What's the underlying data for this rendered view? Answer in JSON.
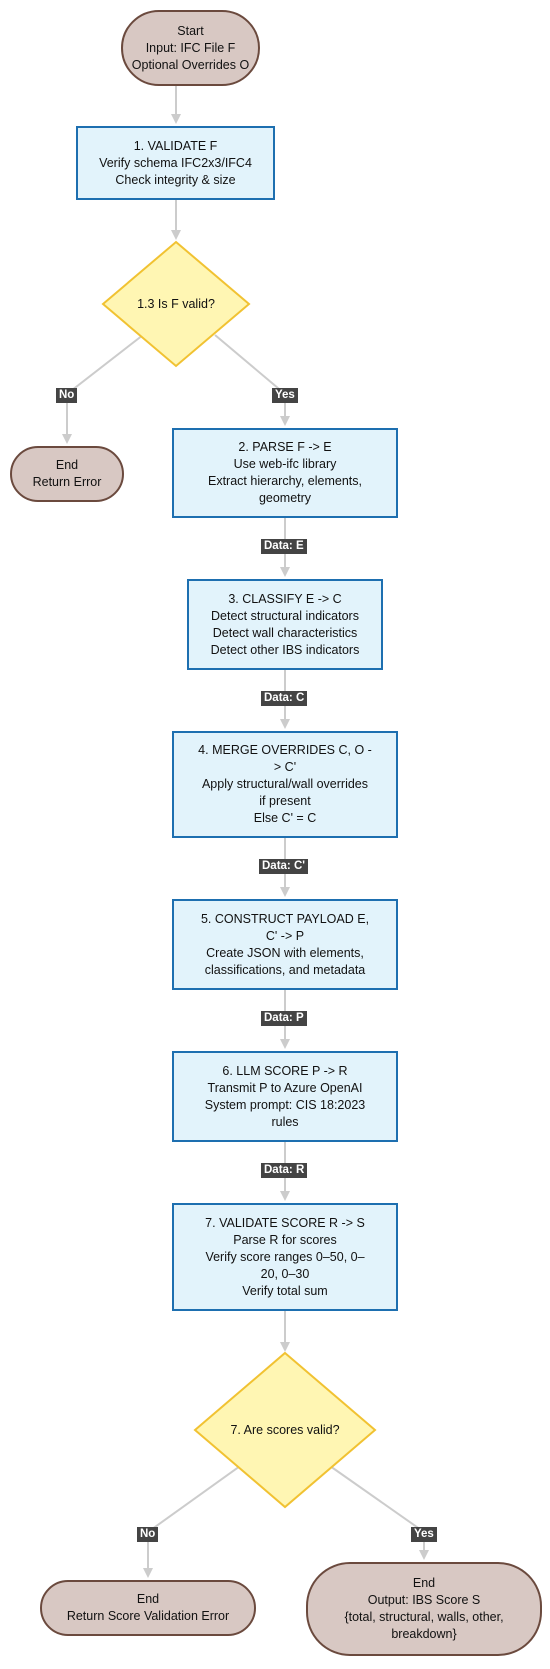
{
  "nodes": {
    "start": {
      "lines": [
        "Start",
        "Input: IFC File F",
        "Optional Overrides O"
      ]
    },
    "validate": {
      "lines": [
        "1. VALIDATE F",
        "Verify schema IFC2x3/IFC4",
        "Check integrity & size"
      ]
    },
    "decision1": {
      "text": "1.3 Is F valid?"
    },
    "end_error": {
      "lines": [
        "End",
        "Return Error"
      ]
    },
    "parse": {
      "lines": [
        "2. PARSE F -> E",
        "Use web-ifc library",
        "Extract hierarchy, elements,",
        "geometry"
      ]
    },
    "classify": {
      "lines": [
        "3. CLASSIFY E -> C",
        "Detect structural indicators",
        "Detect wall characteristics",
        "Detect other IBS indicators"
      ]
    },
    "merge": {
      "lines": [
        "4. MERGE OVERRIDES C, O -",
        "> C'",
        "Apply structural/wall overrides",
        "if present",
        "Else C' = C"
      ]
    },
    "construct": {
      "lines": [
        "5. CONSTRUCT PAYLOAD E,",
        "C' -> P",
        "Create JSON with elements,",
        "classifications, and metadata"
      ]
    },
    "llm": {
      "lines": [
        "6. LLM SCORE P -> R",
        "Transmit P to Azure OpenAI",
        "System prompt: CIS 18:2023",
        "rules"
      ]
    },
    "validate_score": {
      "lines": [
        "7. VALIDATE SCORE R -> S",
        "Parse R for scores",
        "Verify score ranges 0–50, 0–",
        "20, 0–30",
        "Verify total sum"
      ]
    },
    "decision2": {
      "text": "7. Are scores valid?"
    },
    "end_score_error": {
      "lines": [
        "End",
        "Return Score Validation Error"
      ]
    },
    "end_output": {
      "lines": [
        "End",
        "Output: IBS Score S",
        "{total, structural, walls, other,",
        "breakdown}"
      ]
    }
  },
  "edge_labels": {
    "no1": "No",
    "yes1": "Yes",
    "data_e": "Data: E",
    "data_c": "Data: C",
    "data_c2": "Data: C'",
    "data_p": "Data: P",
    "data_r": "Data: R",
    "no2": "No",
    "yes2": "Yes"
  },
  "colors": {
    "terminal_fill": "#d8c8c3",
    "terminal_border": "#6b4a3e",
    "process_fill": "#e2f3fb",
    "process_border": "#1d6fb0",
    "decision_fill": "#fff6b3",
    "decision_border": "#f1c232",
    "edge": "#cccccc",
    "label_bg": "#444444"
  }
}
